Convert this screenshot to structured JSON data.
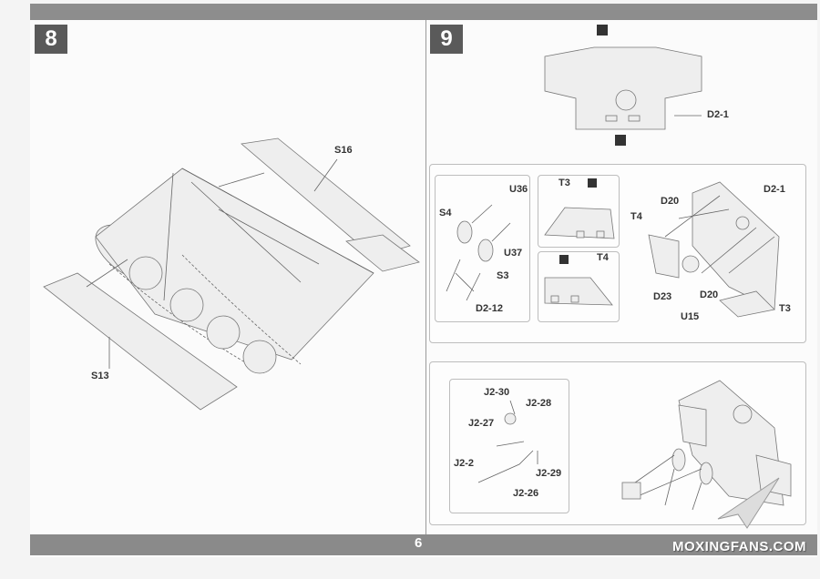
{
  "page_number": "6",
  "watermark": "MOXINGFANS.COM",
  "step8": {
    "number": "8",
    "labels": {
      "s16": "S16",
      "s13": "S13"
    }
  },
  "step9": {
    "number": "9",
    "top_label": "D2-1",
    "panel_a": {
      "u36": "U36",
      "s4": "S4",
      "u37": "U37",
      "s3": "S3",
      "d2_12": "D2-12"
    },
    "panel_b": {
      "t3": "T3"
    },
    "panel_c": {
      "t4": "T4"
    },
    "panel_d": {
      "d20a": "D20",
      "d2_1": "D2-1",
      "t4": "T4",
      "d23": "D23",
      "d20b": "D20",
      "u15": "U15",
      "t3": "T3"
    },
    "panel_e": {
      "j2_30": "J2-30",
      "j2_28": "J2-28",
      "j2_27": "J2-27",
      "j2_2": "J2-2",
      "j2_29": "J2-29",
      "j2_26": "J2-26"
    }
  },
  "colors": {
    "bar": "#8d8d8d",
    "step_badge": "#5a5a5a"
  }
}
